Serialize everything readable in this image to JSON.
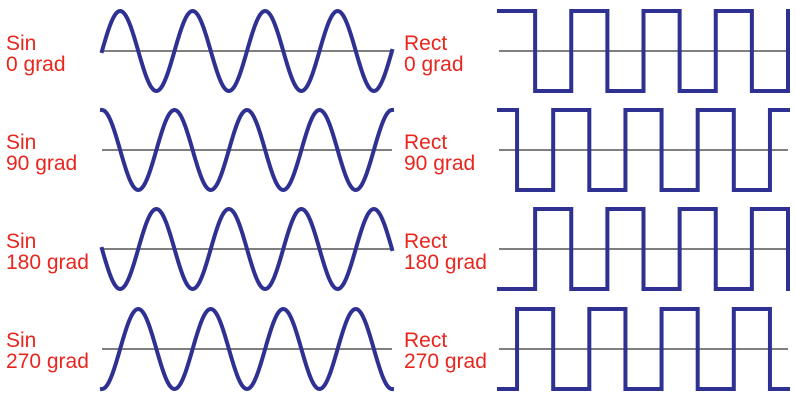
{
  "colors": {
    "label": "#e8261e",
    "wave": "#2e3192",
    "axis": "#7f7f7f",
    "background": "#ffffff"
  },
  "periods_shown": 4,
  "panels": [
    {
      "kind": "sin",
      "phase_deg": 0,
      "label_name": "Sin",
      "label_phase": "0 grad"
    },
    {
      "kind": "sin",
      "phase_deg": 90,
      "label_name": "Sin",
      "label_phase": "90 grad"
    },
    {
      "kind": "sin",
      "phase_deg": 180,
      "label_name": "Sin",
      "label_phase": "180 grad"
    },
    {
      "kind": "sin",
      "phase_deg": 270,
      "label_name": "Sin",
      "label_phase": "270 grad"
    },
    {
      "kind": "rect",
      "phase_deg": 0,
      "label_name": "Rect",
      "label_phase": "0 grad"
    },
    {
      "kind": "rect",
      "phase_deg": 90,
      "label_name": "Rect",
      "label_phase": "90 grad"
    },
    {
      "kind": "rect",
      "phase_deg": 180,
      "label_name": "Rect",
      "label_phase": "180 grad"
    },
    {
      "kind": "rect",
      "phase_deg": 270,
      "label_name": "Rect",
      "label_phase": "270 grad"
    }
  ]
}
